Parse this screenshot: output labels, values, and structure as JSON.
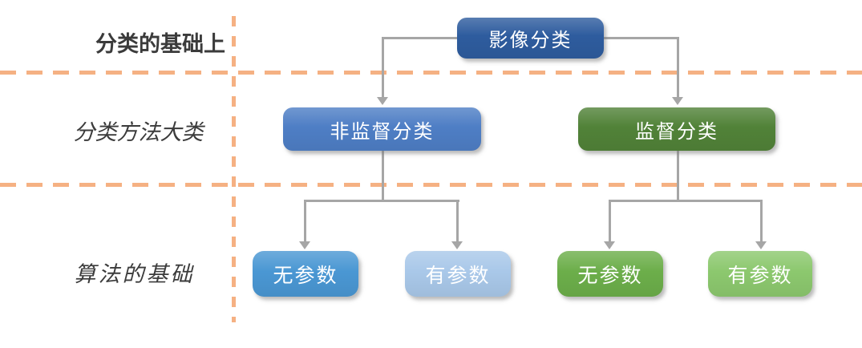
{
  "colors": {
    "divider": "#F5B183",
    "connector": "#A6A6A6",
    "label_text": "#3B3B3B",
    "node_text": "#FFFFFF"
  },
  "row_labels": [
    {
      "text": "分类的基础上"
    },
    {
      "text": "分类方法大类"
    },
    {
      "text": "算法的基础"
    }
  ],
  "nodes": {
    "root": {
      "label": "影像分类",
      "color": "#2E5C9E"
    },
    "unsupervised": {
      "label": "非监督分类",
      "color": "#4E7EC5"
    },
    "supervised": {
      "label": "监督分类",
      "color": "#518238"
    },
    "unsupervised_nonparametric": {
      "label": "无参数",
      "color": "#4A97D3"
    },
    "unsupervised_parametric": {
      "label": "有参数",
      "color": "#A9C8E9"
    },
    "supervised_nonparametric": {
      "label": "无参数",
      "color": "#6CAE4A"
    },
    "supervised_parametric": {
      "label": "有参数",
      "color": "#8CC86E"
    }
  }
}
